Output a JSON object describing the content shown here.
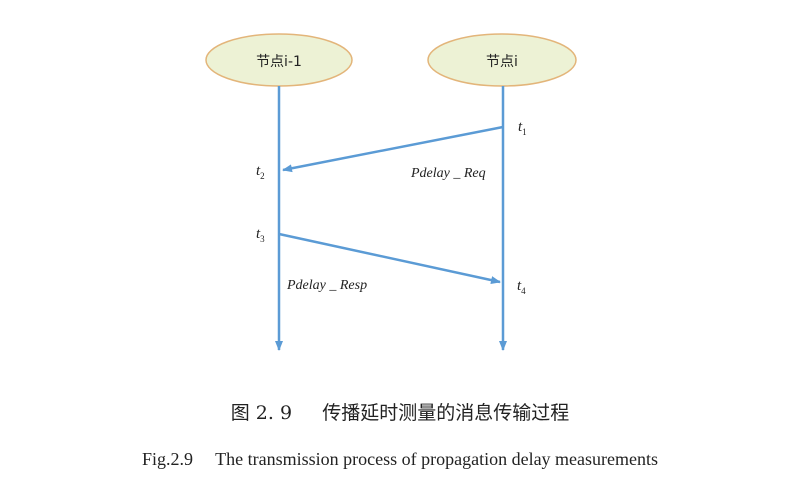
{
  "nodes": {
    "left": {
      "label": "节点i-1"
    },
    "right": {
      "label": "节点i"
    }
  },
  "times": {
    "t1": {
      "base": "t",
      "sub": "1"
    },
    "t2": {
      "base": "t",
      "sub": "2"
    },
    "t3": {
      "base": "t",
      "sub": "3"
    },
    "t4": {
      "base": "t",
      "sub": "4"
    }
  },
  "messages": {
    "request": "Pdelay _ Req",
    "response": "Pdelay _ Resp"
  },
  "captions": {
    "cn": "图 2. 9     传播延时测量的消息传输过程",
    "en": "Fig.2.9     The transmission process of propagation delay measurements"
  },
  "colors": {
    "node_fill": "#EDF2D5",
    "node_stroke": "#E3B57A",
    "line": "#5B9BD5",
    "text": "#222222"
  }
}
